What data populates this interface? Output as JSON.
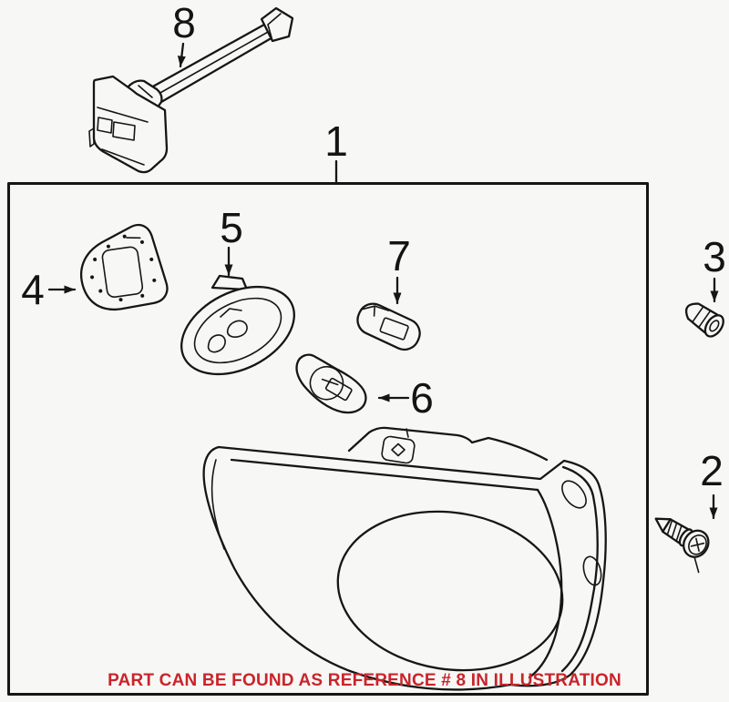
{
  "diagram": {
    "background_color": "#f7f7f5",
    "line_color": "#161616",
    "note": {
      "text": "PART CAN BE FOUND AS REFERENCE # 8 IN ILLUSTRATION",
      "color": "#c9242a"
    },
    "callouts": {
      "c1": {
        "label": "1"
      },
      "c2": {
        "label": "2"
      },
      "c3": {
        "label": "3"
      },
      "c4": {
        "label": "4"
      },
      "c5": {
        "label": "5"
      },
      "c6": {
        "label": "6"
      },
      "c7": {
        "label": "7"
      },
      "c8": {
        "label": "8"
      }
    }
  }
}
